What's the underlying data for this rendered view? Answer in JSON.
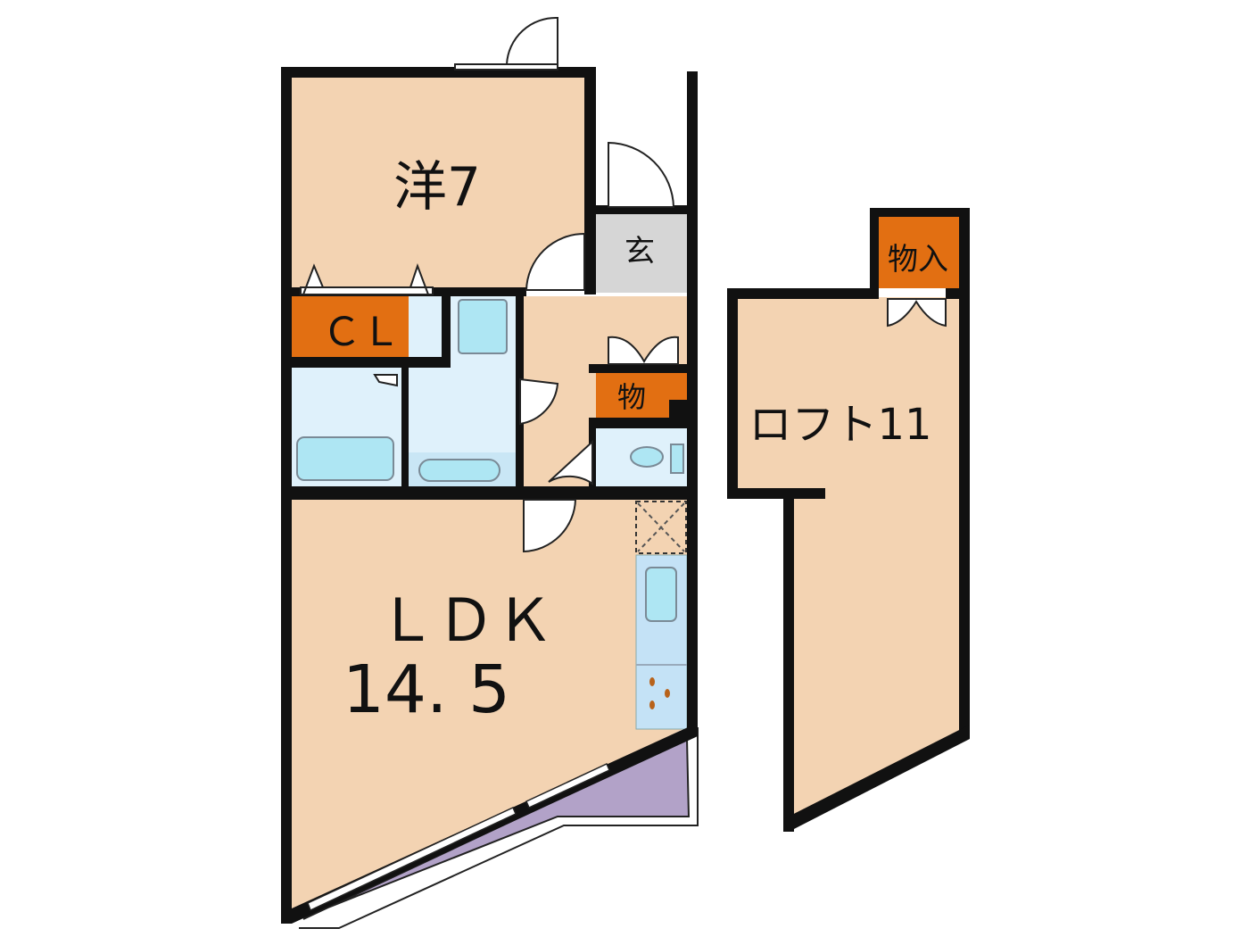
{
  "rooms": {
    "bedroom": {
      "label": "洋7"
    },
    "entrance": {
      "label": "玄"
    },
    "closet": {
      "label": "ＣＬ"
    },
    "storage": {
      "label": "物"
    },
    "loft_storage": {
      "label": "物入"
    },
    "loft": {
      "label": "ロフト11"
    },
    "ldk": {
      "label": "ＬＤＫ",
      "size": "14. 5"
    }
  },
  "colors": {
    "room": "#f3d3b2",
    "wet_area": "#dff1fb",
    "storage": "#e26f12",
    "entrance": "#d6d6d6",
    "balcony": "#b2a2c8",
    "wall": "#111111"
  }
}
